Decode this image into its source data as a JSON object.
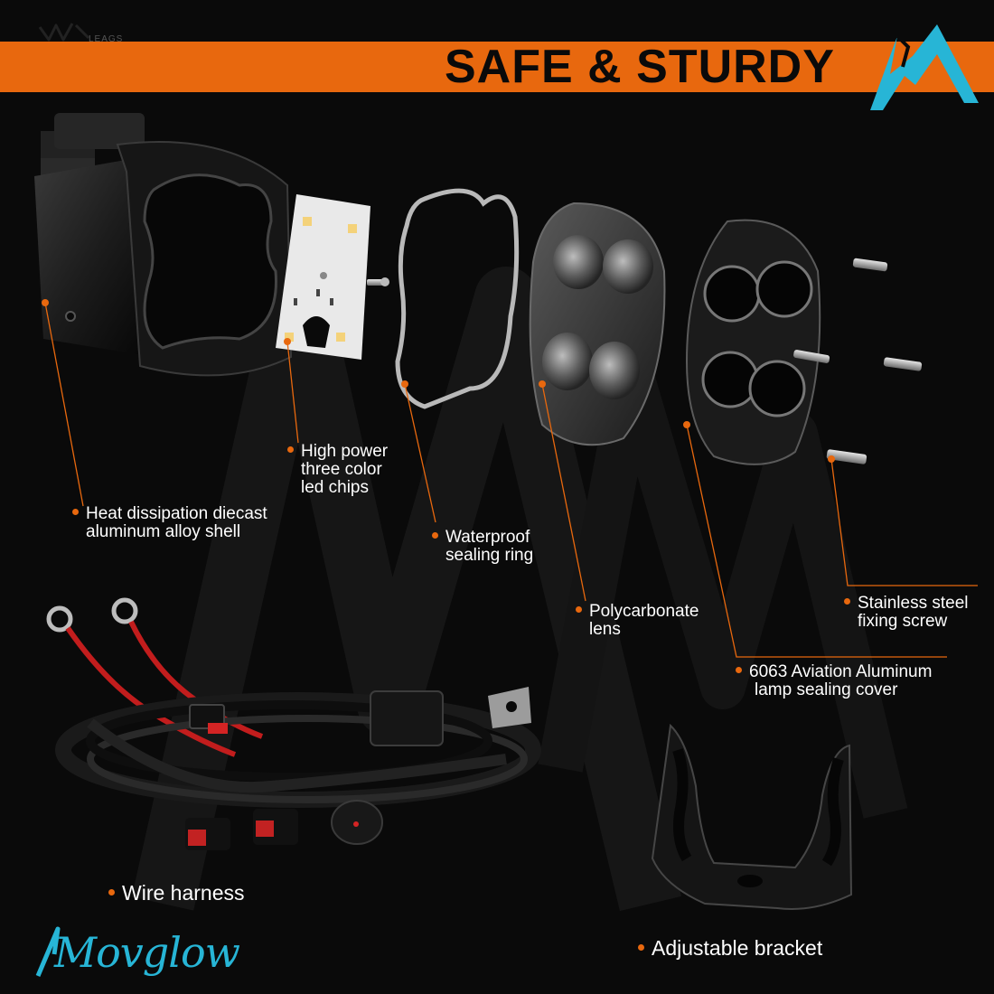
{
  "banner": {
    "title": "SAFE & STURDY",
    "color": "#e8680e"
  },
  "corner_logo": {
    "text": "LEAGS",
    "icon": "brand-mark-icon"
  },
  "accent_color": "#27b5d6",
  "labels": {
    "heat_shell": {
      "line1": "Heat dissipation diecast",
      "line2": "aluminum alloy shell"
    },
    "led_chips": {
      "line1": "High power",
      "line2": "three color",
      "line3": "led chips"
    },
    "sealing_ring": {
      "line1": "Waterproof",
      "line2": "sealing ring"
    },
    "lens": {
      "line1": "Polycarbonate",
      "line2": "lens"
    },
    "screw": {
      "line1": "Stainless steel",
      "line2": "fixing screw"
    },
    "cover": {
      "line1": "6063 Aviation Aluminum",
      "line2": "lamp sealing cover"
    },
    "harness": {
      "line1": "Wire harness"
    },
    "bracket": {
      "line1": "Adjustable bracket"
    }
  },
  "brand": {
    "name": "Movglow"
  }
}
